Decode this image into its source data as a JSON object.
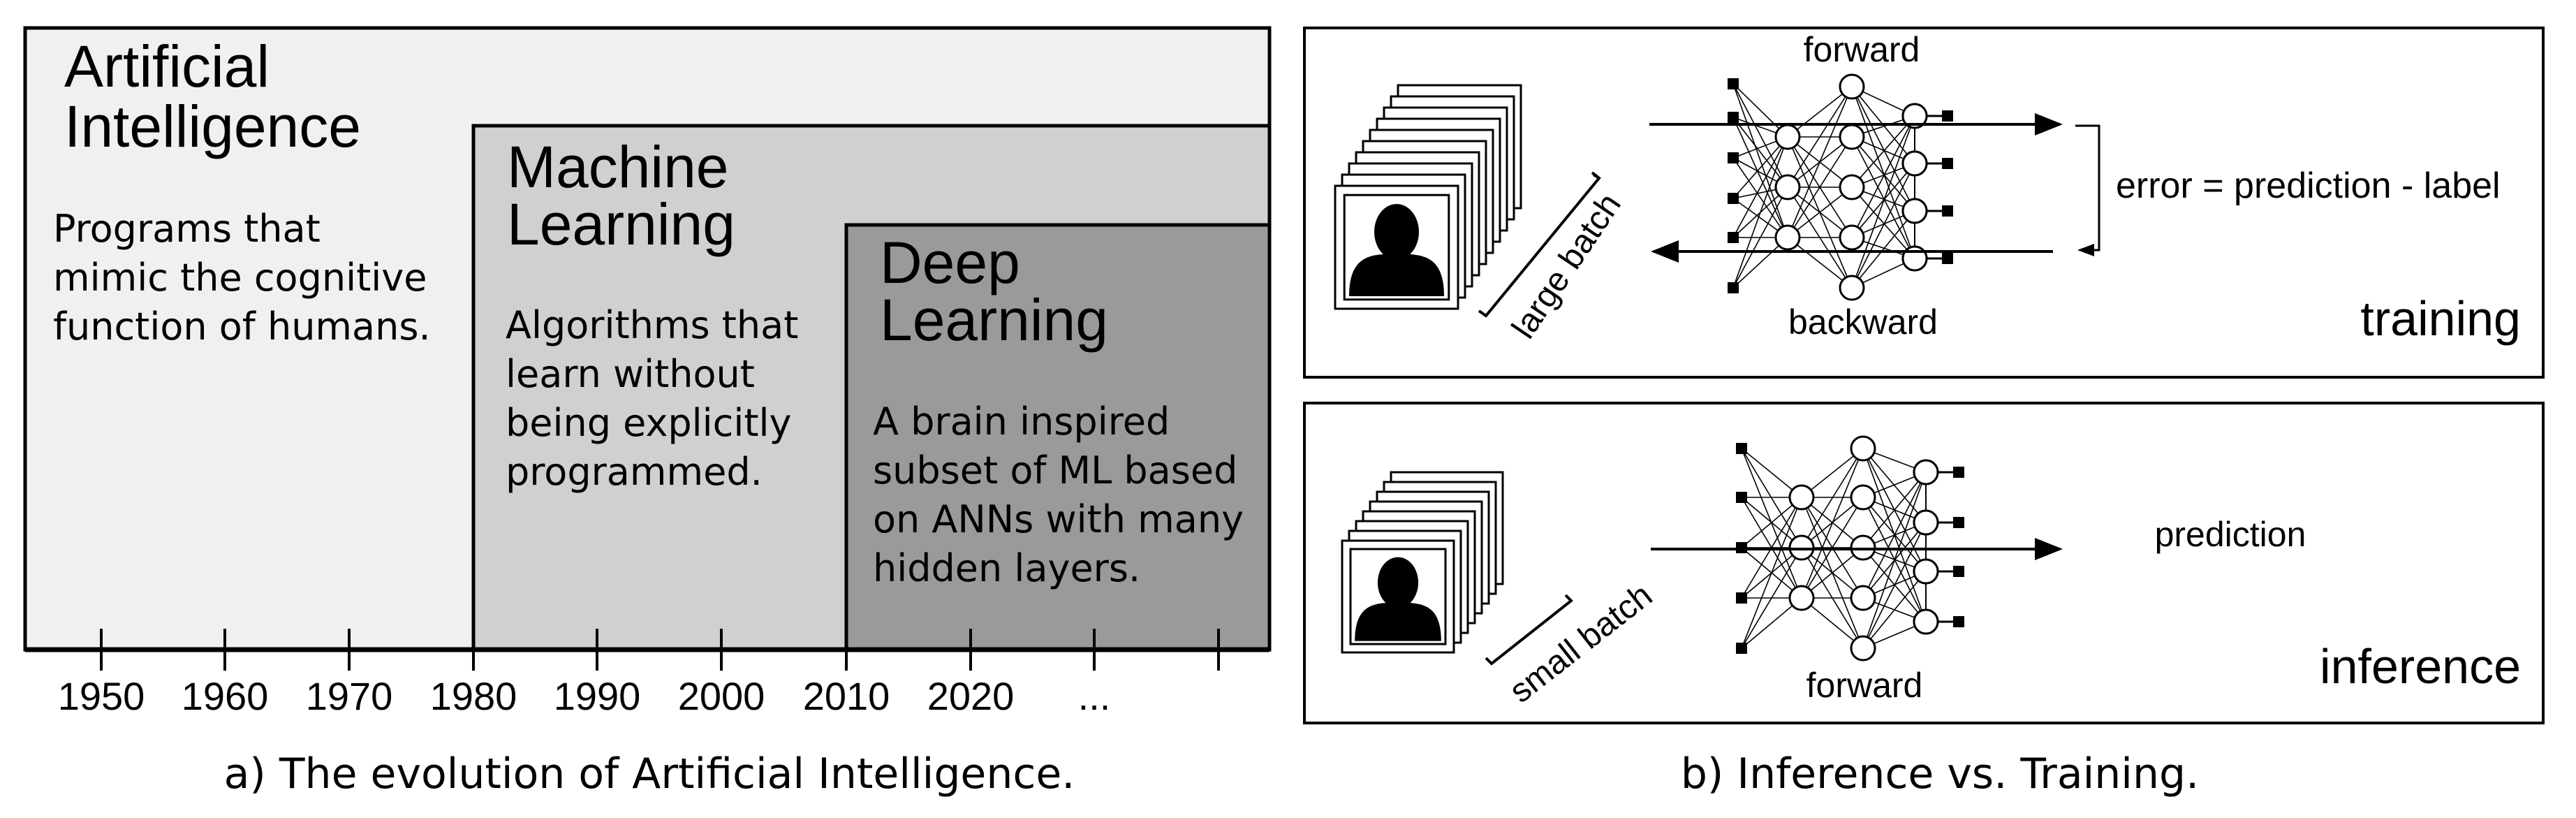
{
  "panel_a": {
    "ai_title": [
      "Artificial",
      "Intelligence"
    ],
    "ai_desc": [
      "Programs that",
      "mimic the cognitive",
      "function of humans."
    ],
    "ml_title": [
      "Machine",
      "Learning"
    ],
    "ml_desc": [
      "Algorithms that",
      "learn without",
      "being explicitly",
      "programmed."
    ],
    "dl_title": [
      "Deep",
      "Learning"
    ],
    "dl_desc": [
      "A brain inspired",
      "subset of ML based",
      "on ANNs with many",
      "hidden layers."
    ],
    "timeline": [
      "1950",
      "1960",
      "1970",
      "1980",
      "1990",
      "2000",
      "2010",
      "2020",
      "..."
    ],
    "caption": "a) The evolution of Artificial Intelligence.",
    "colors": {
      "ai": "#f0f0f0",
      "ml": "#d0d0d0",
      "dl": "#9a9a9a"
    }
  },
  "panel_b": {
    "training": {
      "forward": "forward",
      "backward": "backward",
      "error": "error = prediction - label",
      "batch": "large batch",
      "title": "training"
    },
    "inference": {
      "forward": "forward",
      "prediction": "prediction",
      "batch": "small batch",
      "title": "inference"
    },
    "caption": "b) Inference vs. Training."
  }
}
